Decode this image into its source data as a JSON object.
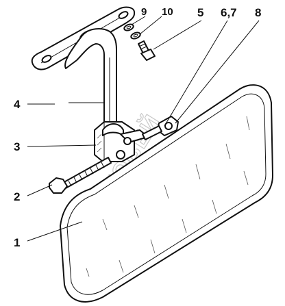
{
  "labels": {
    "l1": "1",
    "l2": "2",
    "l3": "3",
    "l4": "4",
    "l5": "5",
    "l67": "6,7",
    "l8": "8",
    "l9": "9",
    "l10": "10"
  },
  "watermark": "АВТОВЕЙ"
}
